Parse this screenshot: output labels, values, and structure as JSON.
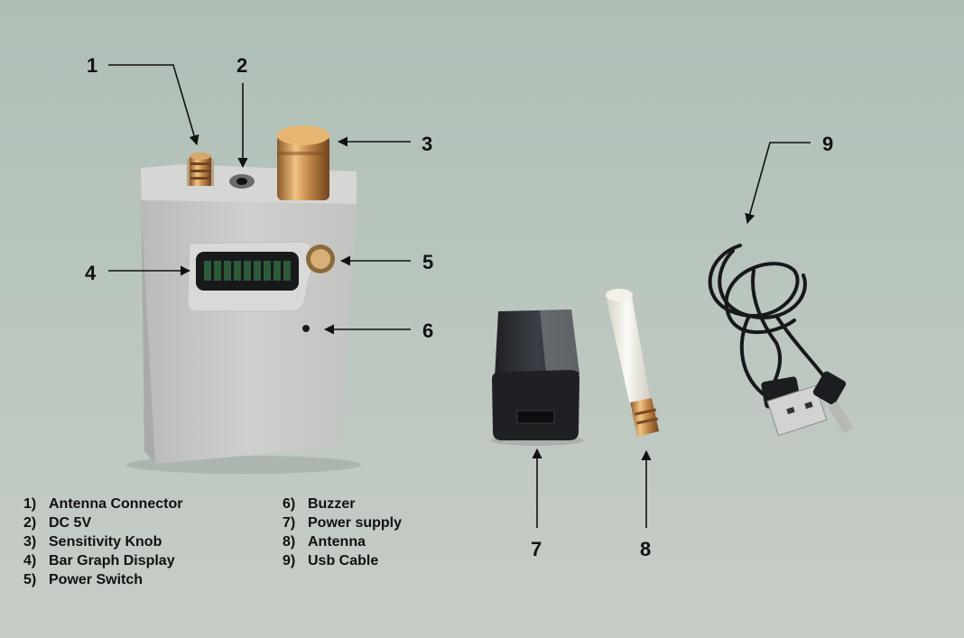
{
  "callouts": [
    {
      "n": "1"
    },
    {
      "n": "2"
    },
    {
      "n": "3"
    },
    {
      "n": "4"
    },
    {
      "n": "5"
    },
    {
      "n": "6"
    },
    {
      "n": "7"
    },
    {
      "n": "8"
    },
    {
      "n": "9"
    }
  ],
  "legend_left": [
    {
      "idx": "1)",
      "label": "Antenna Connector"
    },
    {
      "idx": "2)",
      "label": "DC 5V"
    },
    {
      "idx": "3)",
      "label": "Sensitivity Knob"
    },
    {
      "idx": "4)",
      "label": "Bar Graph Display"
    },
    {
      "idx": "5)",
      "label": "Power Switch"
    }
  ],
  "legend_right": [
    {
      "idx": "6)",
      "label": "Buzzer"
    },
    {
      "idx": "7)",
      "label": "Power supply"
    },
    {
      "idx": "8)",
      "label": "Antenna"
    },
    {
      "idx": "9)",
      "label": "Usb Cable"
    }
  ],
  "colors": {
    "background": "#b9c6bd",
    "device_body": "#c4c5c3",
    "knob_gold": "#c7904f",
    "adapter": "#2b2d33",
    "antenna": "#ece9df",
    "cable": "#17181a"
  }
}
